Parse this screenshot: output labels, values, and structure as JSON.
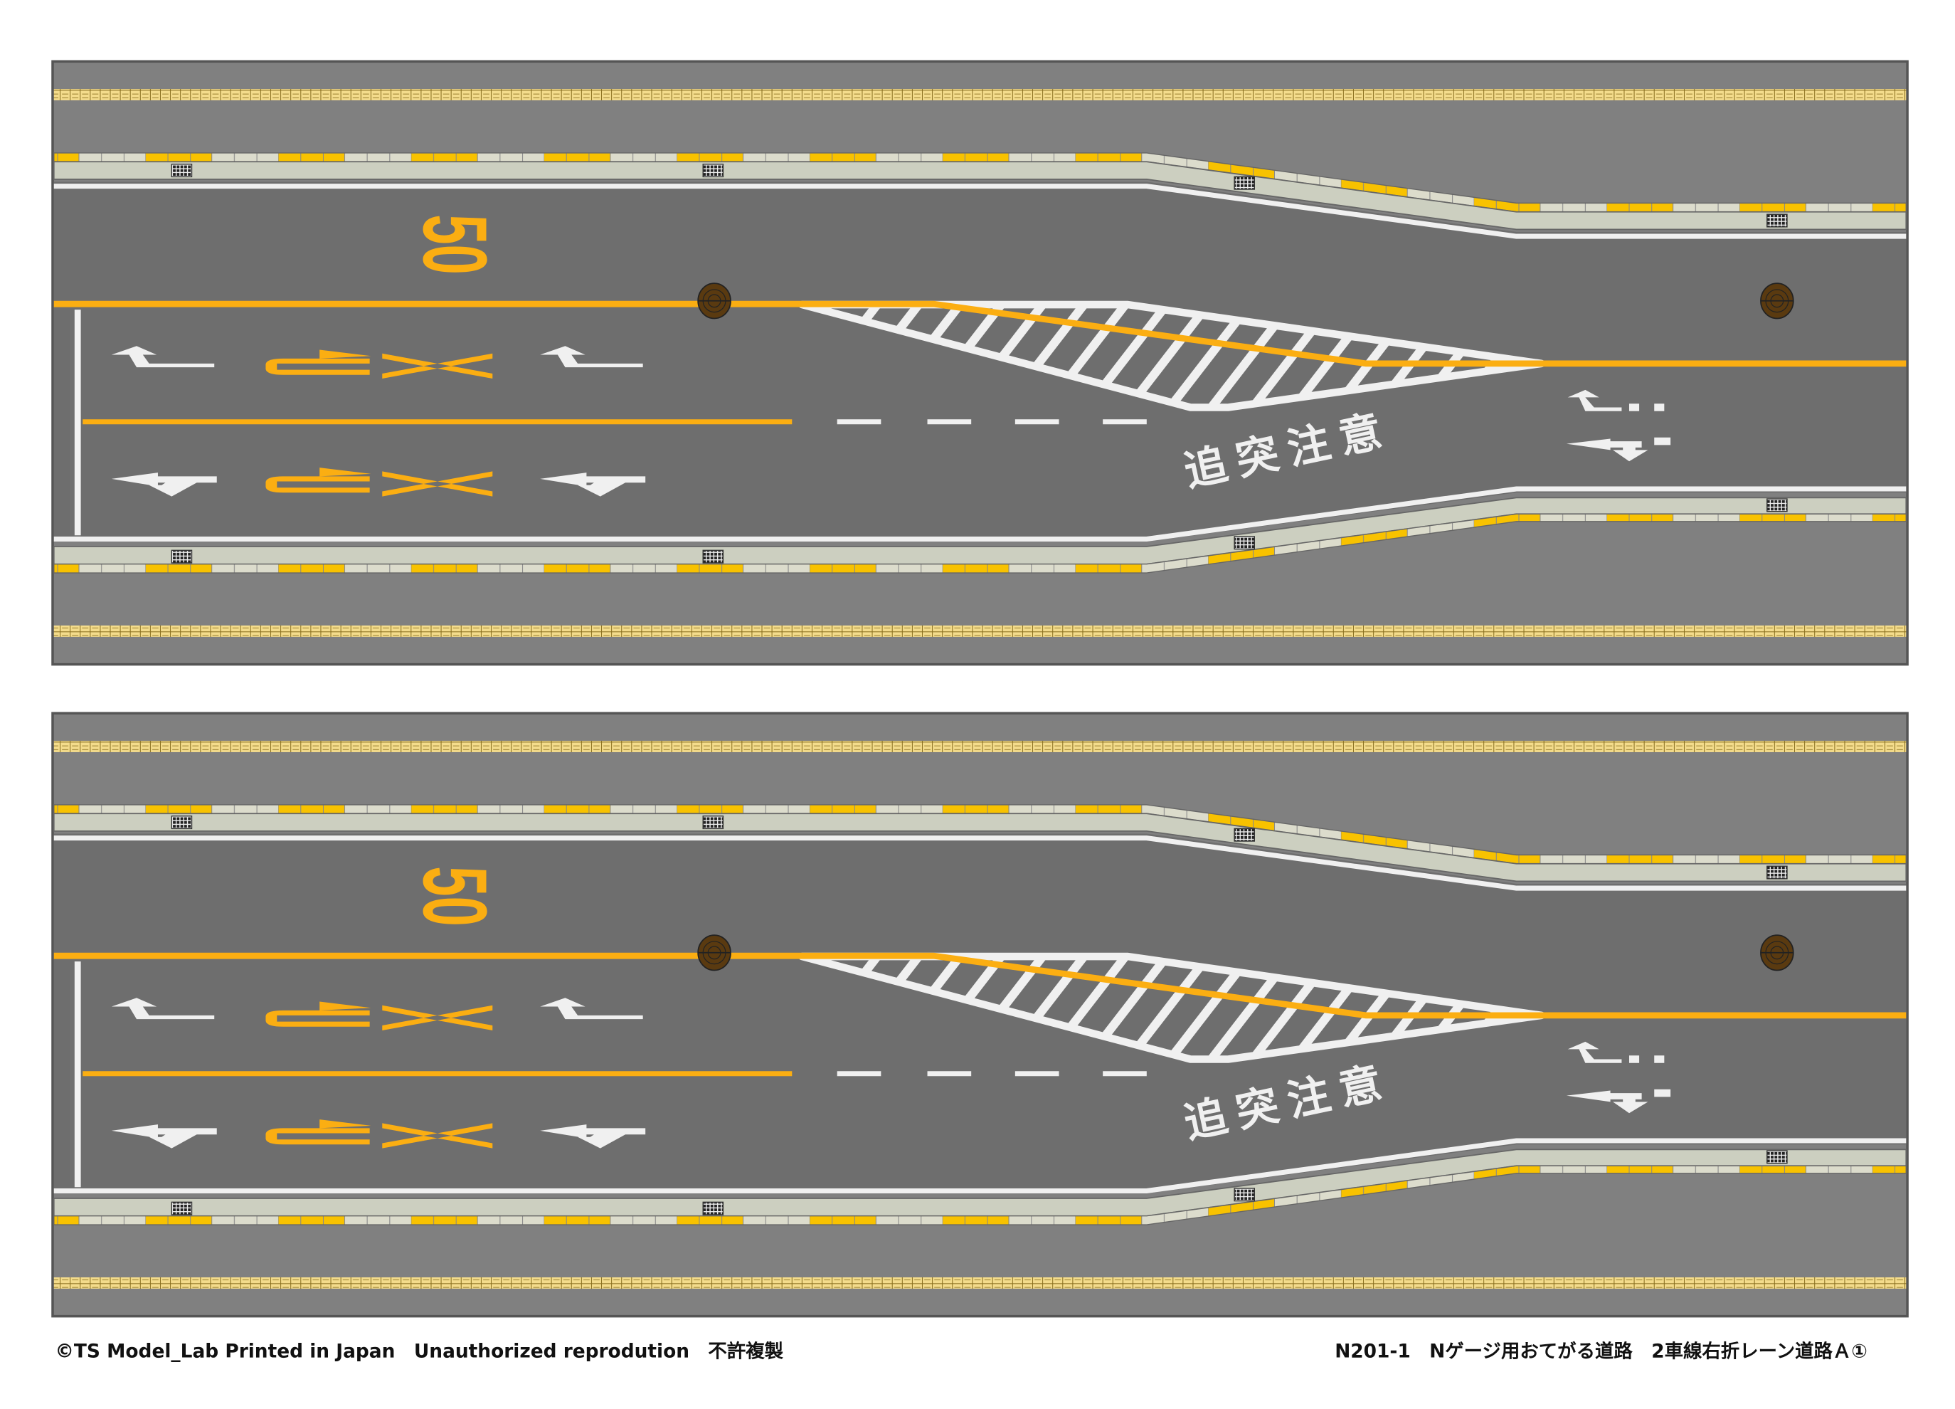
{
  "sheet": {
    "speed_marking": "50",
    "caution_marking": "追突注意",
    "panels": 2
  },
  "colors": {
    "asphalt": "#6e6e6e",
    "shoulder": "#808080",
    "sidewalk": "#cccfc0",
    "yellow_line": "#fbae12",
    "curb_yellow": "#f8c200",
    "white_line": "#f0f0f0",
    "tactile": "#f4dc8c",
    "manhole": "#5a3a10"
  },
  "footer": {
    "left": "©TS Model_Lab Printed in Japan　Unauthorized reprodution　不許複製",
    "right": "N201-1　Nゲージ用おてがる道路　2車線右折レーン道路Ａ①"
  }
}
